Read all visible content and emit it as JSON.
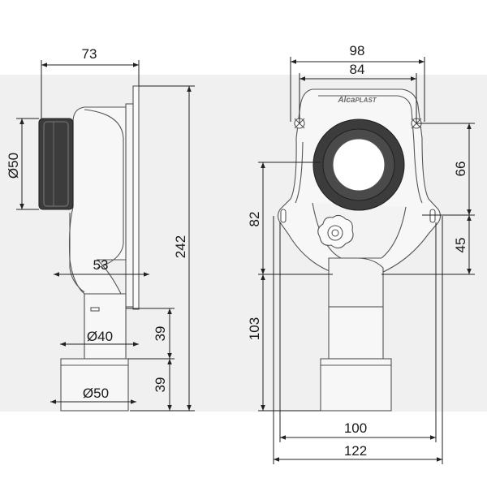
{
  "brand": {
    "logo_word": "Alca",
    "logo_suffix": "PLAST"
  },
  "colors": {
    "band": "#f0f0f0",
    "outline": "#555555",
    "dimension_line": "#222222",
    "rubber_seal": "#3c3c3c",
    "body_fill": "#f7f7f7"
  },
  "side_view": {
    "dim_top_width": "73",
    "dim_inlet_diameter": "Ø50",
    "dim_pipe_offset": "53",
    "dim_total_height": "242",
    "dim_pipe_diameter_inner": "Ø40",
    "dim_pipe_diameter_outer": "Ø50",
    "dim_upper_segment": "39",
    "dim_lower_segment": "39"
  },
  "front_view": {
    "dim_outer_width": "98",
    "dim_hole_spacing": "84",
    "dim_upper_height": "66",
    "dim_lower_height": "45",
    "dim_inlet_to_outlet": "82",
    "dim_outlet_length": "103",
    "dim_base_width": "100",
    "dim_overall_width": "122"
  }
}
